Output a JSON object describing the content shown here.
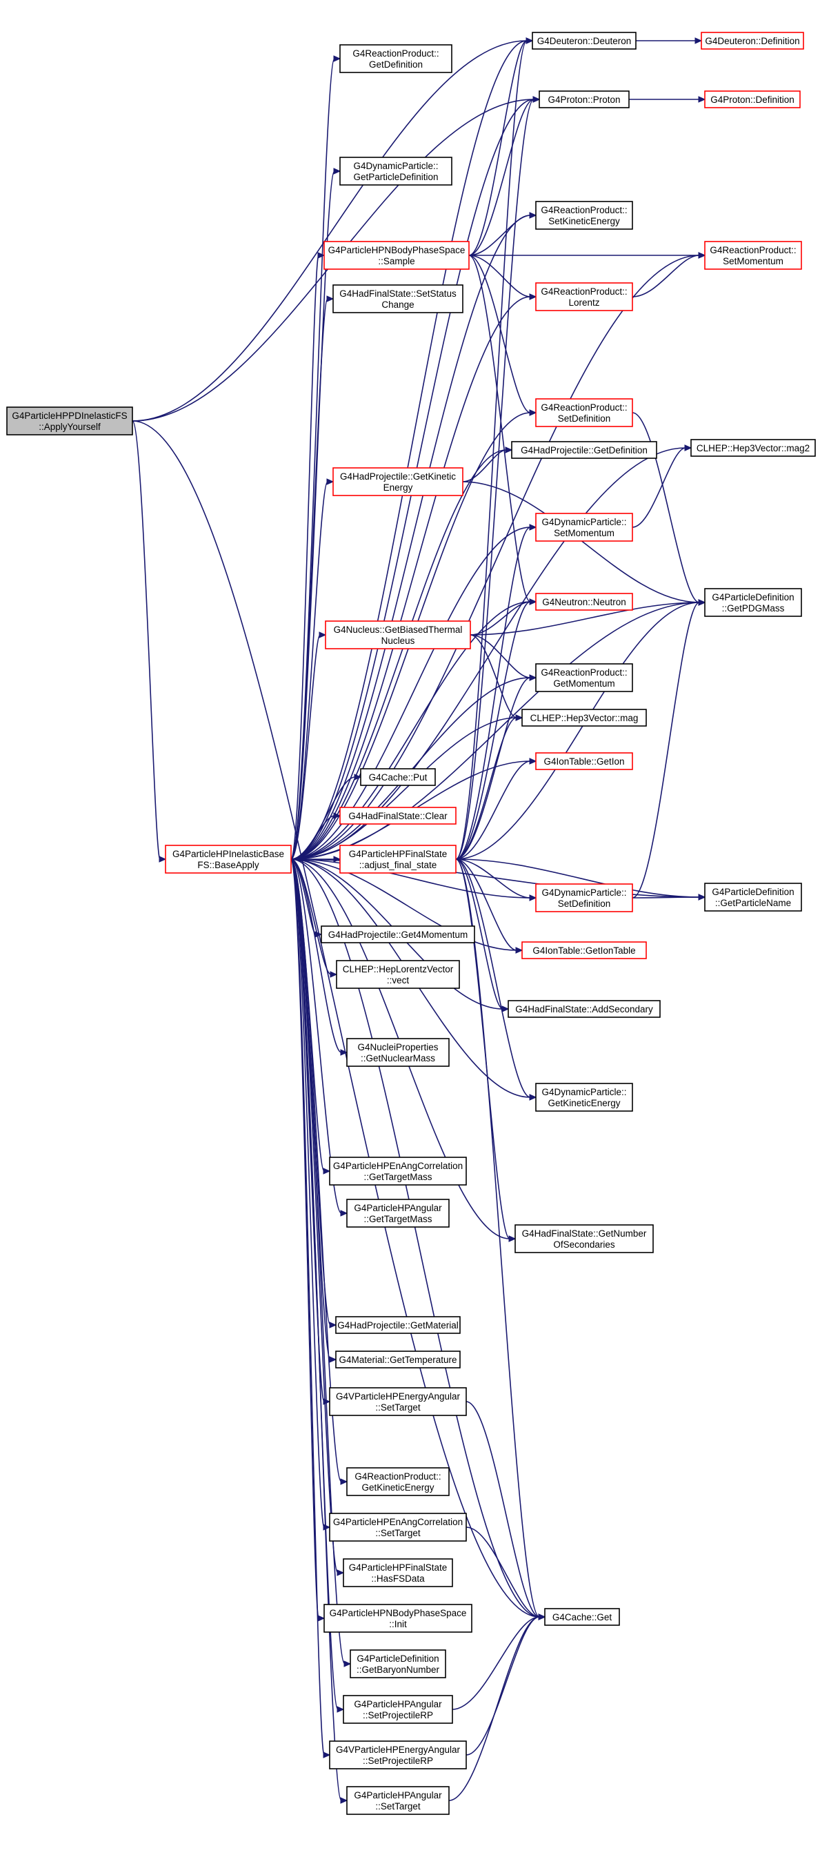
{
  "colors": {
    "edge": "#191970",
    "node_border_black": "#000000",
    "node_border_red": "#ff0000",
    "root_fill": "#bfbfbf"
  },
  "nodes": [
    {
      "id": "root",
      "lines": [
        "G4ParticleHPPDInelasticFS",
        "::ApplyYourself"
      ],
      "style": "root"
    },
    {
      "id": "base",
      "lines": [
        "G4ParticleHPInelasticBase",
        "FS::BaseApply"
      ],
      "style": "red"
    },
    {
      "id": "rp_getdef",
      "lines": [
        "G4ReactionProduct::",
        "GetDefinition"
      ],
      "style": "black"
    },
    {
      "id": "dp_getpdef",
      "lines": [
        "G4DynamicParticle::",
        "GetParticleDefinition"
      ],
      "style": "black"
    },
    {
      "id": "nbody_sample",
      "lines": [
        "G4ParticleHPNBodyPhaseSpace",
        "::Sample"
      ],
      "style": "red"
    },
    {
      "id": "hfs_setstatus",
      "lines": [
        "G4HadFinalState::SetStatus",
        "Change"
      ],
      "style": "black"
    },
    {
      "id": "hp_getke",
      "lines": [
        "G4HadProjectile::GetKinetic",
        "Energy"
      ],
      "style": "red"
    },
    {
      "id": "nuc_biased",
      "lines": [
        "G4Nucleus::GetBiasedThermal",
        "Nucleus"
      ],
      "style": "red"
    },
    {
      "id": "cache_put",
      "lines": [
        "G4Cache::Put"
      ],
      "style": "black"
    },
    {
      "id": "hfs_clear",
      "lines": [
        "G4HadFinalState::Clear"
      ],
      "style": "red"
    },
    {
      "id": "adjust",
      "lines": [
        "G4ParticleHPFinalState",
        "::adjust_final_state"
      ],
      "style": "red"
    },
    {
      "id": "hp_get4mom",
      "lines": [
        "G4HadProjectile::Get4Momentum"
      ],
      "style": "black"
    },
    {
      "id": "lv_vect",
      "lines": [
        "CLHEP::HepLorentzVector",
        "::vect"
      ],
      "style": "black"
    },
    {
      "id": "np_nucmass",
      "lines": [
        "G4NucleiProperties",
        "::GetNuclearMass"
      ],
      "style": "black"
    },
    {
      "id": "enang_gtm",
      "lines": [
        "G4ParticleHPEnAngCorrelation",
        "::GetTargetMass"
      ],
      "style": "black"
    },
    {
      "id": "ang_gtm",
      "lines": [
        "G4ParticleHPAngular",
        "::GetTargetMass"
      ],
      "style": "black"
    },
    {
      "id": "hp_getmat",
      "lines": [
        "G4HadProjectile::GetMaterial"
      ],
      "style": "black"
    },
    {
      "id": "mat_temp",
      "lines": [
        "G4Material::GetTemperature"
      ],
      "style": "black"
    },
    {
      "id": "vea_settarget",
      "lines": [
        "G4VParticleHPEnergyAngular",
        "::SetTarget"
      ],
      "style": "black"
    },
    {
      "id": "rp_getke",
      "lines": [
        "G4ReactionProduct::",
        "GetKineticEnergy"
      ],
      "style": "black"
    },
    {
      "id": "enang_settarget",
      "lines": [
        "G4ParticleHPEnAngCorrelation",
        "::SetTarget"
      ],
      "style": "black"
    },
    {
      "id": "fs_hasfsdata",
      "lines": [
        "G4ParticleHPFinalState",
        "::HasFSData"
      ],
      "style": "black"
    },
    {
      "id": "nbody_init",
      "lines": [
        "G4ParticleHPNBodyPhaseSpace",
        "::Init"
      ],
      "style": "black"
    },
    {
      "id": "pd_baryon",
      "lines": [
        "G4ParticleDefinition",
        "::GetBaryonNumber"
      ],
      "style": "black"
    },
    {
      "id": "ang_setprp",
      "lines": [
        "G4ParticleHPAngular",
        "::SetProjectileRP"
      ],
      "style": "black"
    },
    {
      "id": "vea_setprp",
      "lines": [
        "G4VParticleHPEnergyAngular",
        "::SetProjectileRP"
      ],
      "style": "black"
    },
    {
      "id": "ang_settarget",
      "lines": [
        "G4ParticleHPAngular",
        "::SetTarget"
      ],
      "style": "black"
    },
    {
      "id": "deut_ctor",
      "lines": [
        "G4Deuteron::Deuteron"
      ],
      "style": "black"
    },
    {
      "id": "prot_ctor",
      "lines": [
        "G4Proton::Proton"
      ],
      "style": "black"
    },
    {
      "id": "rp_setke",
      "lines": [
        "G4ReactionProduct::",
        "SetKineticEnergy"
      ],
      "style": "black"
    },
    {
      "id": "rp_lorentz",
      "lines": [
        "G4ReactionProduct::",
        "Lorentz"
      ],
      "style": "red"
    },
    {
      "id": "rp_setdef",
      "lines": [
        "G4ReactionProduct::",
        "SetDefinition"
      ],
      "style": "red"
    },
    {
      "id": "hp_getdef",
      "lines": [
        "G4HadProjectile::GetDefinition"
      ],
      "style": "black"
    },
    {
      "id": "dp_setmom",
      "lines": [
        "G4DynamicParticle::",
        "SetMomentum"
      ],
      "style": "red"
    },
    {
      "id": "neut_ctor",
      "lines": [
        "G4Neutron::Neutron"
      ],
      "style": "red"
    },
    {
      "id": "rp_getmom",
      "lines": [
        "G4ReactionProduct::",
        "GetMomentum"
      ],
      "style": "black"
    },
    {
      "id": "h3_mag",
      "lines": [
        "CLHEP::Hep3Vector::mag"
      ],
      "style": "black"
    },
    {
      "id": "it_getion",
      "lines": [
        "G4IonTable::GetIon"
      ],
      "style": "red"
    },
    {
      "id": "dp_setdef",
      "lines": [
        "G4DynamicParticle::",
        "SetDefinition"
      ],
      "style": "red"
    },
    {
      "id": "it_getiontable",
      "lines": [
        "G4IonTable::GetIonTable"
      ],
      "style": "red"
    },
    {
      "id": "hfs_addsec",
      "lines": [
        "G4HadFinalState::AddSecondary"
      ],
      "style": "black"
    },
    {
      "id": "dp_getke",
      "lines": [
        "G4DynamicParticle::",
        "GetKineticEnergy"
      ],
      "style": "black"
    },
    {
      "id": "hfs_getnsec",
      "lines": [
        "G4HadFinalState::GetNumber",
        "OfSecondaries"
      ],
      "style": "black"
    },
    {
      "id": "cache_get",
      "lines": [
        "G4Cache::Get"
      ],
      "style": "black"
    },
    {
      "id": "deut_def",
      "lines": [
        "G4Deuteron::Definition"
      ],
      "style": "red"
    },
    {
      "id": "prot_def",
      "lines": [
        "G4Proton::Definition"
      ],
      "style": "red"
    },
    {
      "id": "rp_setmom",
      "lines": [
        "G4ReactionProduct::",
        "SetMomentum"
      ],
      "style": "red"
    },
    {
      "id": "h3_mag2",
      "lines": [
        "CLHEP::Hep3Vector::mag2"
      ],
      "style": "black"
    },
    {
      "id": "pd_pdgmass",
      "lines": [
        "G4ParticleDefinition",
        "::GetPDGMass"
      ],
      "style": "black"
    },
    {
      "id": "pd_pname",
      "lines": [
        "G4ParticleDefinition",
        "::GetParticleName"
      ],
      "style": "black"
    }
  ]
}
